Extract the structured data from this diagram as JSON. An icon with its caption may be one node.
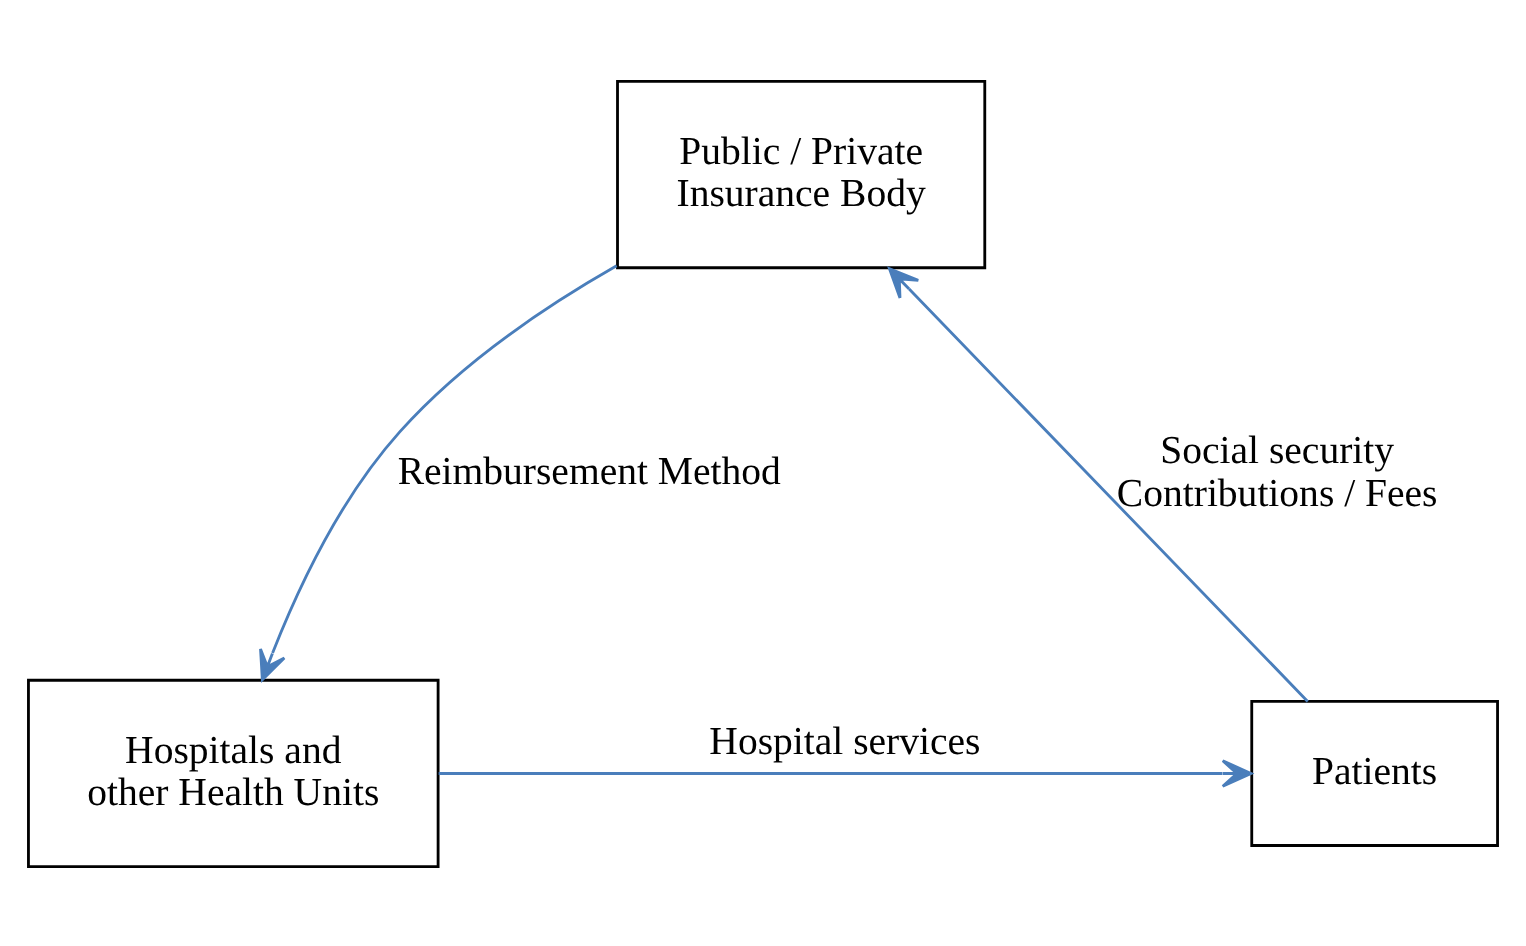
{
  "diagram": {
    "nodes": [
      {
        "text": [
          "Public / Private Insurance Body"
        ]
      },
      {
        "text": [
          "Patients"
        ]
      },
      {
        "text": [
          "Hospitals and other Health Units"
        ]
      }
    ],
    "edges": [
      {
        "from": 1,
        "to": 0,
        "arrow": "to",
        "label": "Social security Contributions / Fees"
      },
      {
        "from": 0,
        "to": 2,
        "arrow": "to",
        "label": "Reimbursement Method"
      },
      {
        "from": 2,
        "to": 1,
        "arrow": "to",
        "label": "Hospital services"
      }
    ]
  }
}
